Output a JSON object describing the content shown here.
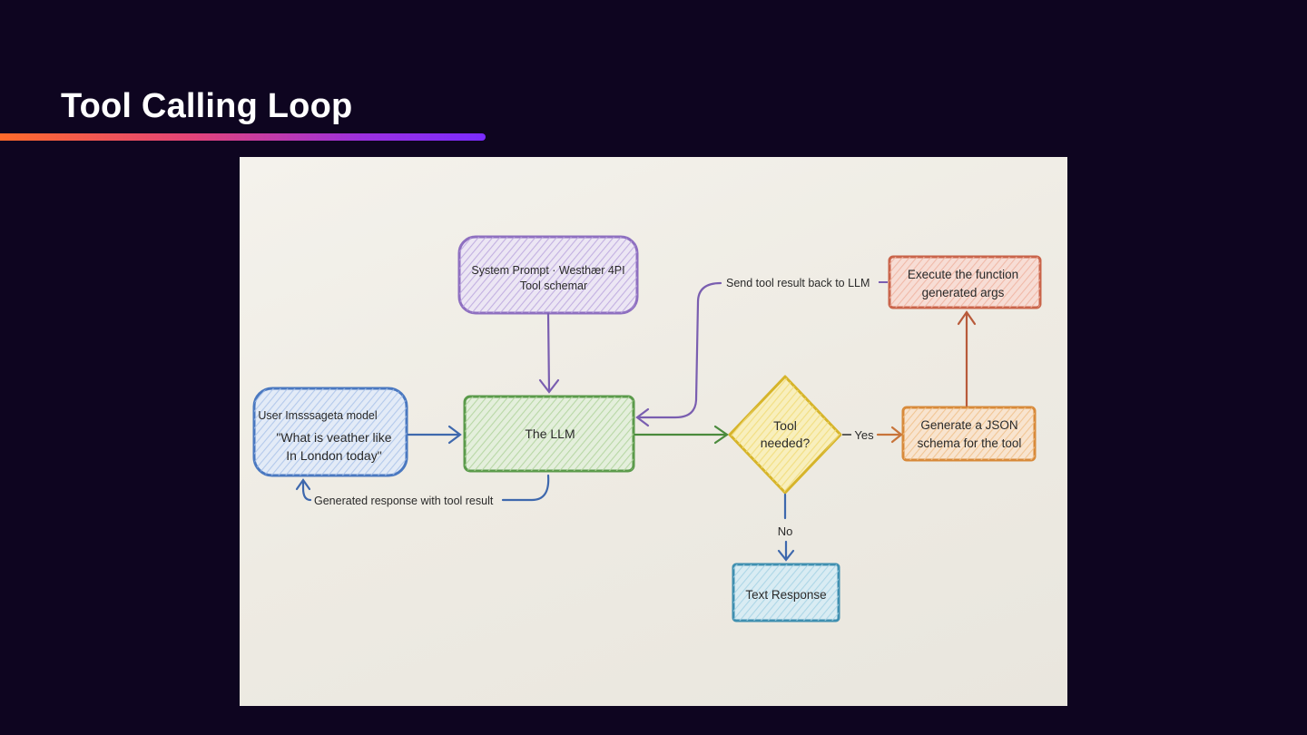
{
  "slide": {
    "title": "Tool Calling Loop"
  },
  "diagram": {
    "nodes": {
      "system_prompt": {
        "line1": "System Prompt · Westhær 4PI",
        "line2": "Tool schemar"
      },
      "user_message": {
        "line1": "User Imsssageta model",
        "line2": "\"What is veather like",
        "line3": "In London today\""
      },
      "llm": {
        "label": "The LLM"
      },
      "decision": {
        "line1": "Tool",
        "line2": "needed?"
      },
      "generate_json": {
        "line1": "Generate a JSON",
        "line2": "schema for the tool"
      },
      "execute": {
        "line1": "Execute the function",
        "line2": "generated args"
      },
      "text_response": {
        "label": "Text Response"
      }
    },
    "edge_labels": {
      "yes": "Yes",
      "no": "No",
      "send_back": "Send tool result back to LLM",
      "generated_response": "Generated response with tool result"
    }
  },
  "colors": {
    "background": "#0e0520",
    "title_text": "#ffffff",
    "underline_gradient": [
      "#ff6a2a",
      "#e2437a",
      "#9b30e0",
      "#7a2bff"
    ],
    "paper": "#f0eee8",
    "purple": "#8e6fc0",
    "blue": "#4a78c0",
    "green": "#5a9a4a",
    "yellow": "#e2c23a",
    "orange": "#d88a3a",
    "red": "#c9644a",
    "teal": "#3f8fb0"
  }
}
